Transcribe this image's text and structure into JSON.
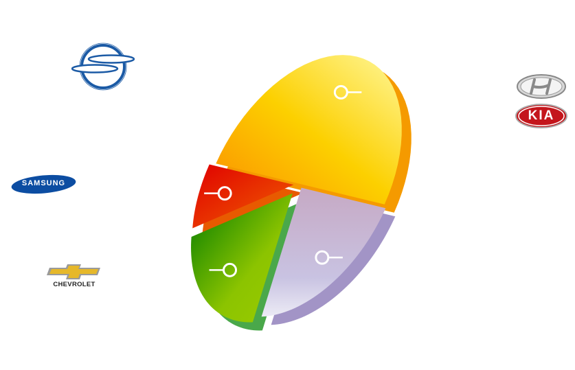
{
  "chart_data": {
    "type": "pie",
    "style": "3d-exploded",
    "title": "",
    "categories": [
      "Hyundai / KIA",
      "Chevrolet",
      "Samsung",
      "SsangYong"
    ],
    "values": [
      50,
      22,
      20,
      8
    ],
    "colors": [
      "#f9b800",
      "#c9b8d6",
      "#3f9a12",
      "#e52a00"
    ],
    "side_colors": [
      "#f59a00",
      "#a294c6",
      "#4aa84a",
      "#e85a00"
    ]
  },
  "logos": {
    "ssangyong": "SsangYong",
    "samsung": "SAMSUNG",
    "chevrolet": "CHEVROLET",
    "hyundai": "Hyundai",
    "kia": "KIA"
  }
}
